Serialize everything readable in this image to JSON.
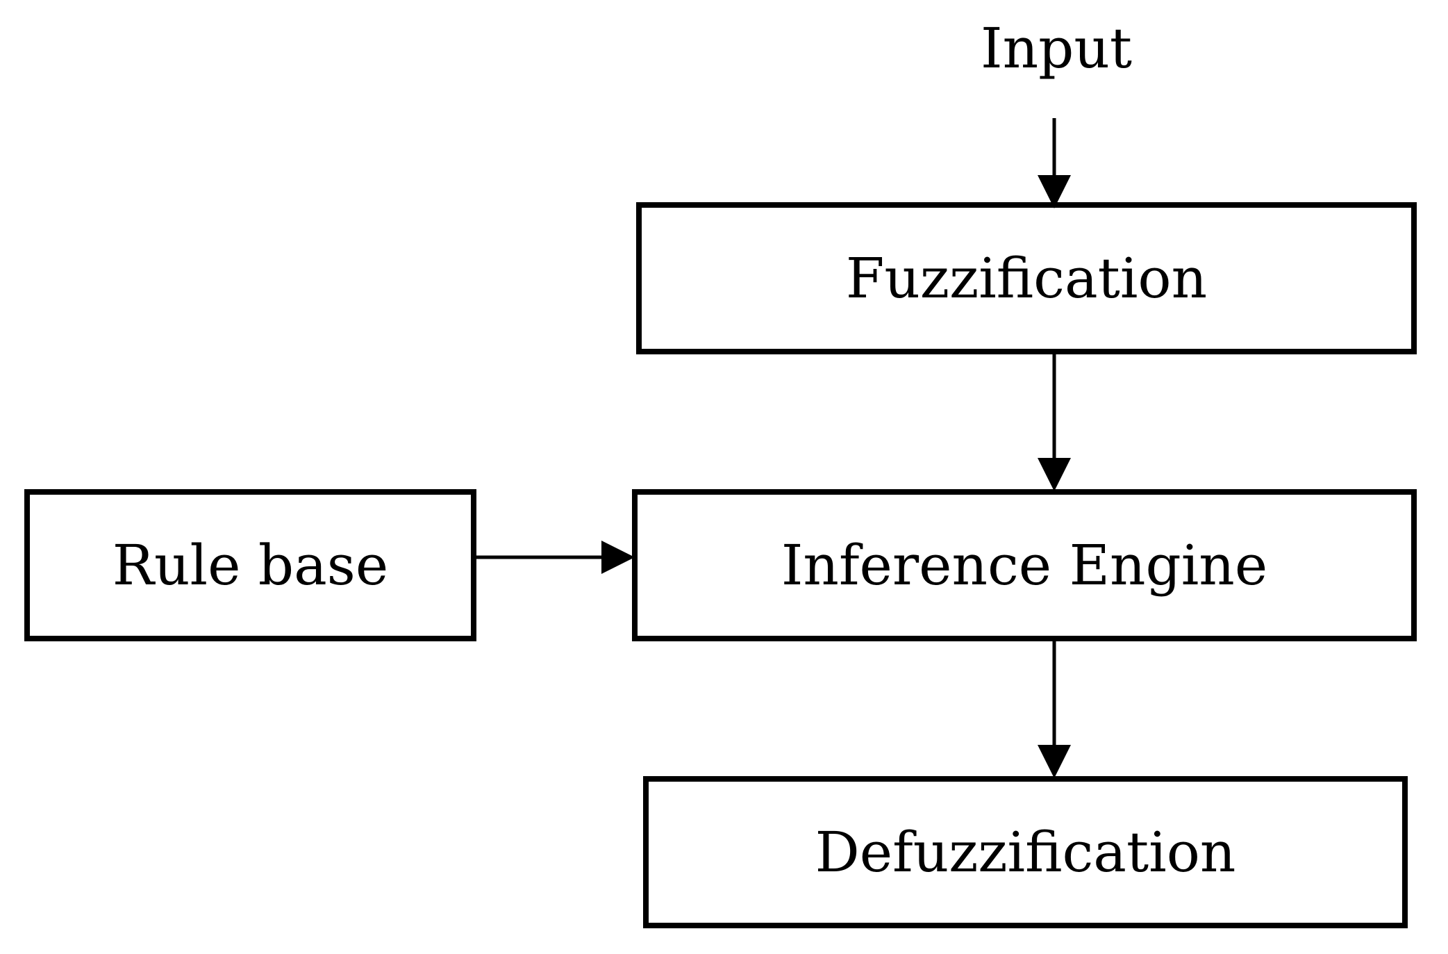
{
  "diagram": {
    "input_label": "Input",
    "nodes": {
      "fuzzification": "Fuzzification",
      "inference": "Inference Engine",
      "defuzzification": "Defuzzification",
      "rule_base": "Rule base"
    },
    "edges": [
      {
        "from": "Input",
        "to": "Fuzzification"
      },
      {
        "from": "Fuzzification",
        "to": "Inference Engine"
      },
      {
        "from": "Rule base",
        "to": "Inference Engine"
      },
      {
        "from": "Inference Engine",
        "to": "Defuzzification"
      }
    ],
    "colors": {
      "stroke": "#000000",
      "background": "#ffffff"
    }
  }
}
